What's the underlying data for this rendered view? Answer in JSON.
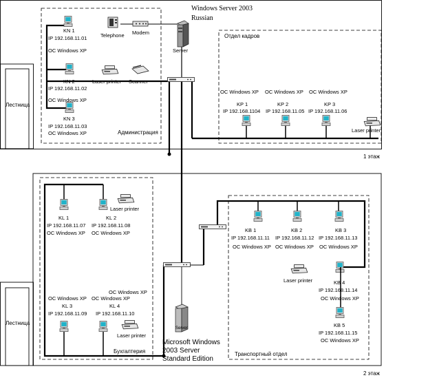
{
  "floor1": {
    "server_title": "Windows Server  2003",
    "server_title2": "Russian",
    "floor_label": "1 этаж",
    "stairs": "Лестница",
    "admin_label": "Администрация",
    "hr_label": "Отдел кадров",
    "telephone": "Telephone",
    "modem": "Modem",
    "server": "Server",
    "laser_admin": "Laser printer",
    "scanner": "Scanner",
    "laser_hr": "Laser printer",
    "admin_pcs": [
      {
        "name": "KN 1",
        "ip": "IP 192.168.11.01",
        "os": "OC Windows XP"
      },
      {
        "name": "KN 2",
        "ip": "IP 192.168.11.02",
        "os": "OC Windows XP"
      },
      {
        "name": "KN 3",
        "ip": "IP 192.168.11.03",
        "os": "OC Windows XP"
      }
    ],
    "hr_pcs": [
      {
        "name": "KP 1",
        "ip": "IP 192.168.1104",
        "os": "OC Windows XP"
      },
      {
        "name": "KP 2",
        "ip": "IP 192.168.11.05",
        "os": "OC Windows XP"
      },
      {
        "name": "KP 3",
        "ip": "IP 192.168.11.06",
        "os": "OC Windows XP"
      }
    ]
  },
  "floor2": {
    "floor_label": "2 этаж",
    "stairs": "Лестница",
    "acct_label": "Бухгалтерия",
    "transport_label": "Транспортный отдел",
    "server_small": "Server",
    "server_line1": "Microsoft Windows",
    "server_line2": "2003 Server",
    "server_line3": "Standard Edition",
    "laser_acct_top": "Laser printer",
    "laser_acct_bottom": "Laser printer",
    "laser_transport": "Laser printer",
    "acct_pcs": [
      {
        "name": "KL 1",
        "ip": "IP 192.168.11.07",
        "os": "OC Windows XP"
      },
      {
        "name": "KL 2",
        "ip": "IP 192.168.11.08",
        "os": "OC Windows XP"
      },
      {
        "name": "KL 3",
        "ip": "IP 192.168.11.09",
        "os": "OC Windows XP"
      },
      {
        "name": "KL 4",
        "ip": "IP 192.168.11.10",
        "os": "OC Windows XP"
      }
    ],
    "transport_pcs": [
      {
        "name": "KB 1",
        "ip": "IP 192.168.11.11",
        "os": "OC Windows XP"
      },
      {
        "name": "KB 2",
        "ip": "IP 192.168.11.12",
        "os": "OC Windows XP"
      },
      {
        "name": "KB 3",
        "ip": "IP 192.168.11.13",
        "os": "OC Windows XP"
      },
      {
        "name": "KB 4",
        "ip": "IP 192.168.11.14",
        "os": "OC Windows XP"
      },
      {
        "name": "KB 5",
        "ip": "IP 192.168.11.15",
        "os": "OC Windows XP"
      }
    ]
  }
}
